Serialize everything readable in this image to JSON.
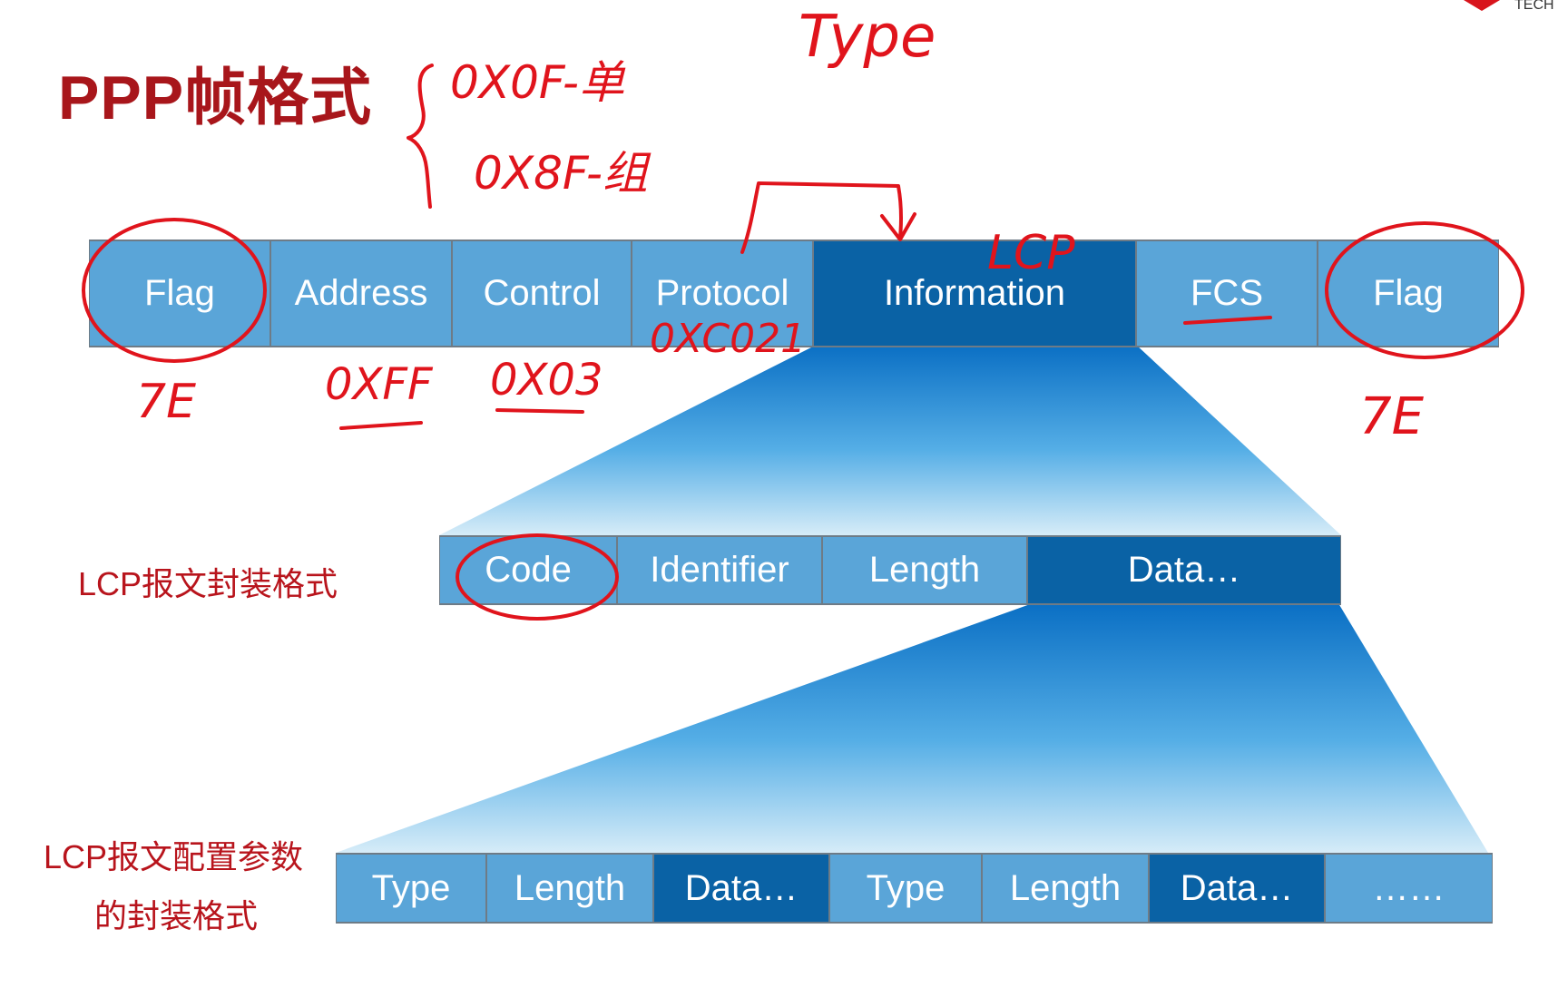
{
  "title": "PPP帧格式",
  "ppp_frame": [
    {
      "label": "Flag",
      "style": "light"
    },
    {
      "label": "Address",
      "style": "light"
    },
    {
      "label": "Control",
      "style": "light"
    },
    {
      "label": "Protocol",
      "style": "light"
    },
    {
      "label": "Information",
      "style": "dark"
    },
    {
      "label": "FCS",
      "style": "light"
    },
    {
      "label": "Flag",
      "style": "light"
    }
  ],
  "lcp_packet": {
    "label": "LCP报文封装格式",
    "fields": [
      {
        "label": "Code",
        "style": "light"
      },
      {
        "label": "Identifier",
        "style": "light"
      },
      {
        "label": "Length",
        "style": "light"
      },
      {
        "label": "Data…",
        "style": "dark"
      }
    ]
  },
  "lcp_options": {
    "label_line1": "LCP报文配置参数",
    "label_line2": "的封装格式",
    "fields": [
      {
        "label": "Type",
        "style": "light"
      },
      {
        "label": "Length",
        "style": "light"
      },
      {
        "label": "Data…",
        "style": "dark"
      },
      {
        "label": "Type",
        "style": "light"
      },
      {
        "label": "Length",
        "style": "light"
      },
      {
        "label": "Data…",
        "style": "dark"
      },
      {
        "label": "……",
        "style": "light"
      }
    ]
  },
  "corner_logo_text": "TECH E",
  "handwriting": {
    "type_note": "Type",
    "addr_unicast": "0X0F-单",
    "addr_group": "0X8F-组",
    "info_note": "LCP",
    "protocol_value": "0XC021",
    "flag_left": "7E",
    "address_value": "0XFF",
    "control_value": "0X03",
    "flag_right": "7E"
  },
  "colors": {
    "title": "#a8161b",
    "light_cell": "#5aa5d8",
    "dark_cell": "#0a62a5",
    "ink": "#e0141c"
  }
}
